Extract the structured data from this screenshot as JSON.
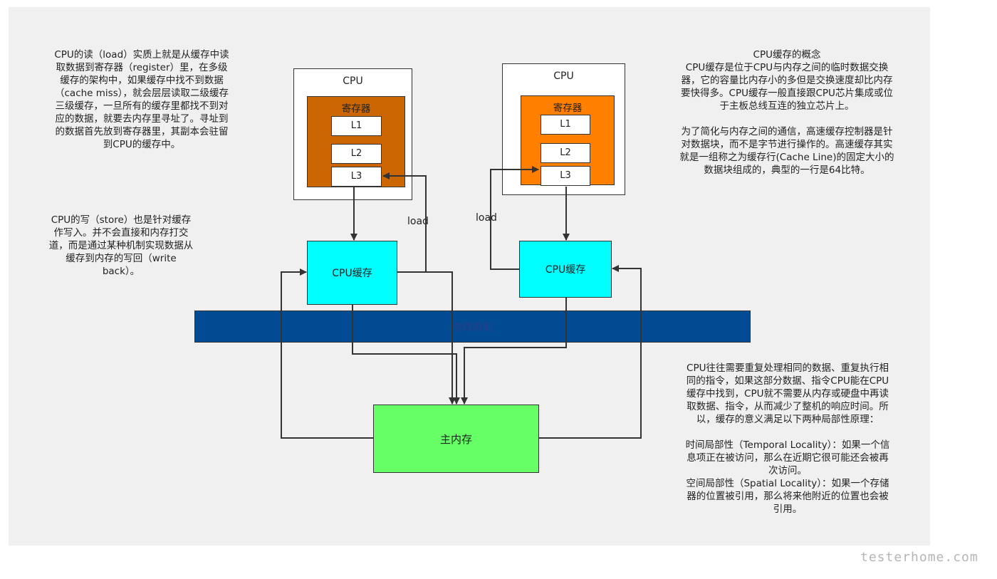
{
  "notes": {
    "load_read": "CPU的读（load）实质上就是从缓存中读\n取数据到寄存器（register）里，在多级\n缓存的架构中，如果缓存中找不到数据\n（cache miss），就会层层读取二级缓存\n三级缓存，一旦所有的缓存里都找不到对\n应的数据，就要去内存里寻址了。寻址到\n的数据首先放到寄存器里，其副本会驻留\n到CPU的缓存中。",
    "store_write": "CPU的写（store）也是针对缓存\n作写入。并不会直接和内存打交\n道，而是通过某种机制实现数据从\n缓存到内存的写回（write\nback）。",
    "cache_concept": "CPU缓存的概念\nCPU缓存是位于CPU与内存之间的临时数据交换\n器，它的容量比内存小的多但是交换速度却比内存\n要快得多。CPU缓存一般直接跟CPU芯片集成或位\n于主板总线互连的独立芯片上。\n\n为了简化与内存之间的通信，高速缓存控制器是针\n对数据块，而不是字节进行操作的。高速缓存其实\n就是一组称之为缓存行(Cache Line)的固定大小的\n数据块组成的，典型的一行是64比特。",
    "locality": "CPU往往需要重复处理相同的数据、重复执行相\n同的指令，如果这部分数据、指令CPU能在CPU\n缓存中找到，CPU就不需要从内存或硬盘中再读\n取数据、指令，从而减少了整机的响应时间。所\n以，缓存的意义满足以下两种局部性原理：\n\n时间局部性（Temporal Locality）：如果一个信\n息项正在被访问，那么在近期它很可能还会被再\n次访问。\n空间局部性（Spatial Locality）：如果一个存储\n器的位置被引用，那么将来他附近的位置也会被\n引用。"
  },
  "cpu_left": {
    "title": "CPU",
    "register_label": "寄存器",
    "levels": [
      "L1",
      "L2",
      "L3"
    ],
    "register_color": "#cc6600",
    "cache_label": "CPU缓存",
    "load_label": "load"
  },
  "cpu_right": {
    "title": "CPU",
    "register_label": "寄存器",
    "levels": [
      "L1",
      "L2",
      "L3"
    ],
    "register_color": "#ff8000",
    "cache_label": "CPU缓存",
    "load_label": "load"
  },
  "bus": {
    "label": "总线机制",
    "color": "#004b91"
  },
  "memory": {
    "label": "主内存",
    "color": "#66ff66"
  },
  "cache_color": "#00ffff",
  "watermark": "testerhome.com"
}
